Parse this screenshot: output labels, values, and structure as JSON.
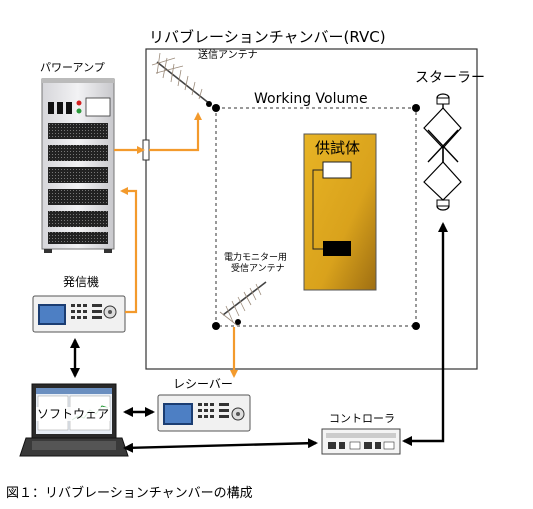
{
  "chamber_title": "リバブレーションチャンバー(RVC)",
  "tx_antenna": "送信アンテナ",
  "working_volume": "Working Volume",
  "stirrer": "スターラー",
  "eut": "供試体",
  "power_amp": "パワーアンプ",
  "signal_generator": "発信機",
  "monitor_antenna_line1": "電力モニター用",
  "monitor_antenna_line2": "受信アンテナ",
  "receiver": "レシーバー",
  "software": "ソフトウェア",
  "controller": "コントローラ",
  "caption": "図１：リバブレーションチャンバーの構成",
  "colors": {
    "arrow_orange": "#F39A2C",
    "eut_gold": "#D9A21C",
    "amp_body": "#E9E9EB"
  }
}
